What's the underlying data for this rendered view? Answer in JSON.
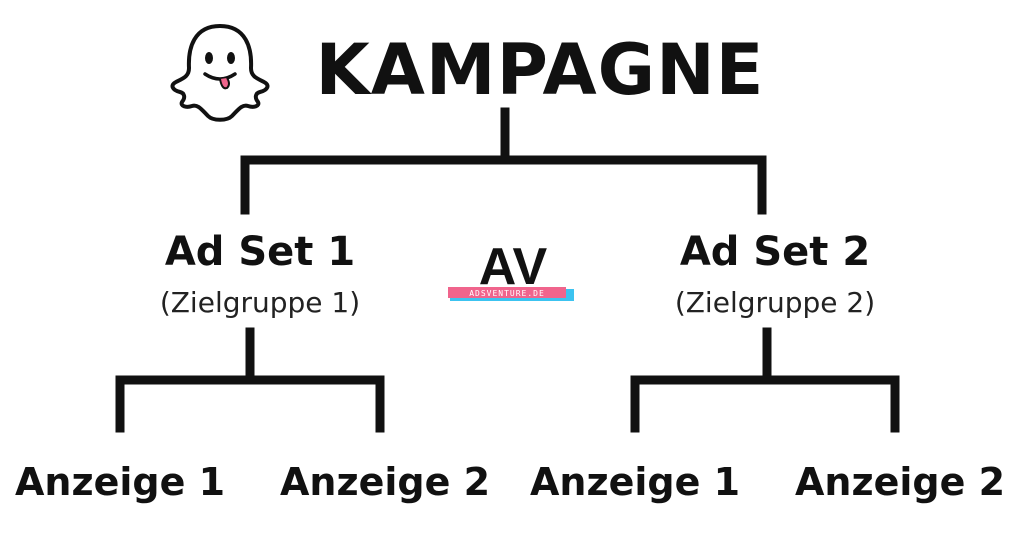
{
  "title": "KAMPAGNE",
  "ad_sets": [
    {
      "title": "Ad Set 1",
      "subtitle": "(Zielgruppe 1)"
    },
    {
      "title": "Ad Set 2",
      "subtitle": "(Zielgruppe 2)"
    }
  ],
  "ads": [
    "Anzeige 1",
    "Anzeige 2",
    "Anzeige 1",
    "Anzeige 2"
  ],
  "logo": {
    "letters": "AV",
    "banner_text": "ADSVENTURE.DE"
  },
  "icons": {
    "top_left": "ghost-icon",
    "center": "adsventure-logo"
  },
  "colors": {
    "text": "#111111",
    "lines": "#111111",
    "banner_pink": "#f0648c",
    "banner_blue": "#3cc3f0"
  }
}
